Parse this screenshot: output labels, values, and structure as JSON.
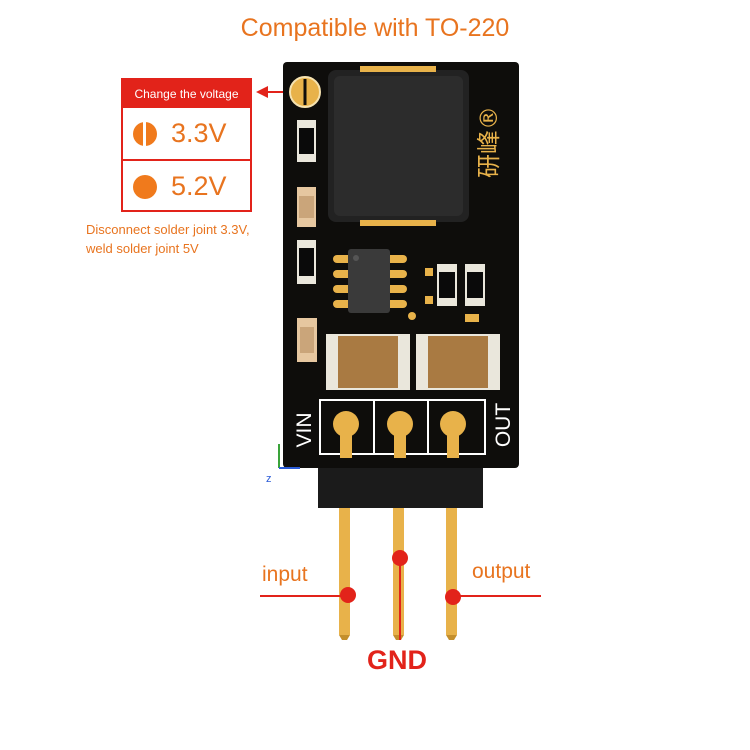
{
  "title": "Compatible with TO-220",
  "legend": {
    "header": "Change the voltage",
    "options": [
      {
        "label": "3.3V",
        "icon": "half-solder-pad-icon"
      },
      {
        "label": "5.2V",
        "icon": "full-solder-pad-icon"
      }
    ]
  },
  "note": {
    "line1": "Disconnect solder joint 3.3V,",
    "line2": "weld solder joint 5V"
  },
  "board": {
    "brand": "研峰®",
    "vin_label": "VIN",
    "out_label": "OUT"
  },
  "pins": {
    "input": "input",
    "output": "output",
    "gnd": "GND"
  },
  "axis": {
    "z": "z"
  },
  "colors": {
    "accent_orange": "#e8741f",
    "red": "#e2231a",
    "pcb": "#0e0d0b",
    "gold": "#e8b24a"
  }
}
